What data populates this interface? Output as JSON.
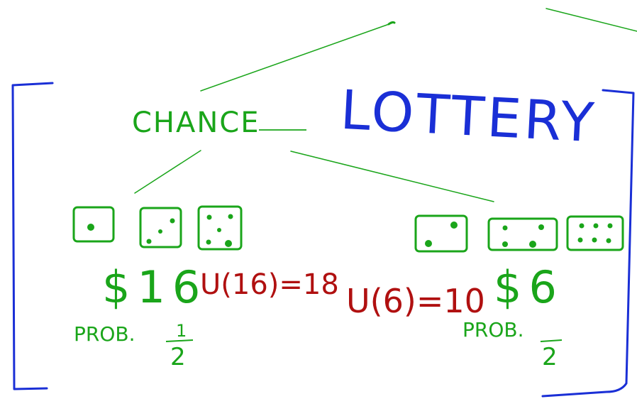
{
  "title": "LOTTERY",
  "root_label": "CHANCE",
  "outcomes": [
    {
      "prize": "$16",
      "utility": "U(16)=18",
      "prob_label": "PROB.",
      "prob_num": "1",
      "prob_den": "2",
      "dice_pips": [
        1,
        3,
        5
      ]
    },
    {
      "prize": "$6",
      "utility": "U(6)=10",
      "prob_label": "PROB.",
      "prob_num": "",
      "prob_den": "2",
      "dice_pips": [
        2,
        4,
        6
      ]
    }
  ],
  "colors": {
    "bracket": "#1a2fd6",
    "title": "#1a2fd6",
    "tree": "#1aa51a",
    "utility": "#b01010"
  }
}
